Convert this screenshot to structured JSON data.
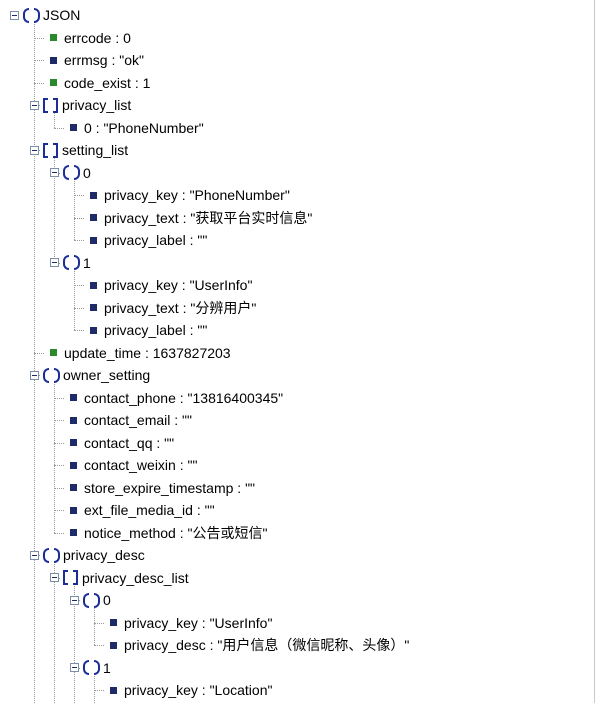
{
  "nodes": [
    {
      "type": "object",
      "depth": 0,
      "label": "JSON"
    },
    {
      "type": "leaf",
      "depth": 1,
      "label": "errcode : 0",
      "value_type": "number"
    },
    {
      "type": "leaf",
      "depth": 1,
      "label": "errmsg : \"ok\"",
      "value_type": "string"
    },
    {
      "type": "leaf",
      "depth": 1,
      "label": "code_exist : 1",
      "value_type": "number"
    },
    {
      "type": "array",
      "depth": 1,
      "label": "privacy_list"
    },
    {
      "type": "leaf",
      "depth": 2,
      "label": "0 : \"PhoneNumber\"",
      "value_type": "string"
    },
    {
      "type": "array",
      "depth": 1,
      "label": "setting_list"
    },
    {
      "type": "object",
      "depth": 2,
      "label": "0"
    },
    {
      "type": "leaf",
      "depth": 3,
      "label": "privacy_key : \"PhoneNumber\"",
      "value_type": "string"
    },
    {
      "type": "leaf",
      "depth": 3,
      "label": "privacy_text : \"获取平台实时信息\"",
      "value_type": "string"
    },
    {
      "type": "leaf",
      "depth": 3,
      "label": "privacy_label : \"\"",
      "value_type": "string"
    },
    {
      "type": "object",
      "depth": 2,
      "label": "1"
    },
    {
      "type": "leaf",
      "depth": 3,
      "label": "privacy_key : \"UserInfo\"",
      "value_type": "string"
    },
    {
      "type": "leaf",
      "depth": 3,
      "label": "privacy_text : \"分辨用户\"",
      "value_type": "string"
    },
    {
      "type": "leaf",
      "depth": 3,
      "label": "privacy_label : \"\"",
      "value_type": "string"
    },
    {
      "type": "leaf",
      "depth": 1,
      "label": "update_time : 1637827203",
      "value_type": "number"
    },
    {
      "type": "object",
      "depth": 1,
      "label": "owner_setting"
    },
    {
      "type": "leaf",
      "depth": 2,
      "label": "contact_phone : \"13816400345\"",
      "value_type": "string"
    },
    {
      "type": "leaf",
      "depth": 2,
      "label": "contact_email : \"\"",
      "value_type": "string"
    },
    {
      "type": "leaf",
      "depth": 2,
      "label": "contact_qq : \"\"",
      "value_type": "string"
    },
    {
      "type": "leaf",
      "depth": 2,
      "label": "contact_weixin : \"\"",
      "value_type": "string"
    },
    {
      "type": "leaf",
      "depth": 2,
      "label": "store_expire_timestamp : \"\"",
      "value_type": "string"
    },
    {
      "type": "leaf",
      "depth": 2,
      "label": "ext_file_media_id : \"\"",
      "value_type": "string"
    },
    {
      "type": "leaf",
      "depth": 2,
      "label": "notice_method : \"公告或短信\"",
      "value_type": "string"
    },
    {
      "type": "object",
      "depth": 1,
      "label": "privacy_desc"
    },
    {
      "type": "array",
      "depth": 2,
      "label": "privacy_desc_list"
    },
    {
      "type": "object",
      "depth": 3,
      "label": "0"
    },
    {
      "type": "leaf",
      "depth": 4,
      "label": "privacy_key : \"UserInfo\"",
      "value_type": "string"
    },
    {
      "type": "leaf",
      "depth": 4,
      "label": "privacy_desc : \"用户信息（微信昵称、头像）\"",
      "value_type": "string"
    },
    {
      "type": "object",
      "depth": 3,
      "label": "1"
    },
    {
      "type": "leaf",
      "depth": 4,
      "label": "privacy_key : \"Location\"",
      "value_type": "string"
    }
  ],
  "colors": {
    "number": "#2a8a2a",
    "string": "#1f2a68",
    "bracket": "#1b2d96",
    "guide": "#9a9a9a"
  },
  "icons": {
    "object": "curly-braces-icon",
    "array": "square-brackets-icon",
    "leaf": "square-bullet-icon",
    "toggle": "collapse-minus-icon"
  }
}
